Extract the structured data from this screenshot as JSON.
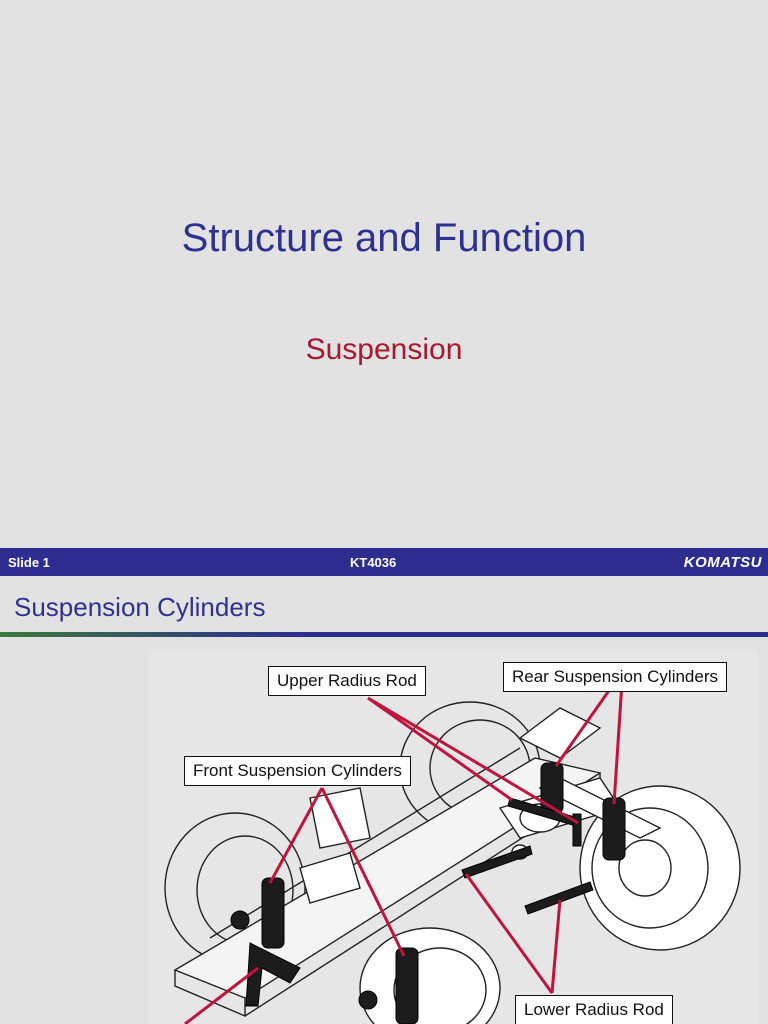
{
  "slide1": {
    "title": "Structure and Function",
    "subtitle": "Suspension"
  },
  "footer": {
    "slide_number": "Slide 1",
    "course_code": "KT4036",
    "brand": "KOMATSU"
  },
  "slide2": {
    "title": "Suspension Cylinders",
    "labels": {
      "upper_radius_rod": "Upper Radius Rod",
      "rear_suspension_cylinders": "Rear Suspension Cylinders",
      "front_suspension_cylinders": "Front Suspension Cylinders",
      "lower_radius_rod": "Lower Radius Rod"
    }
  },
  "colors": {
    "title_blue": "#2e3192",
    "subtitle_red": "#a8182e",
    "footer_bar": "#2d2d8f",
    "pointer_red": "#c0143c",
    "background": "#e2e2e2"
  }
}
